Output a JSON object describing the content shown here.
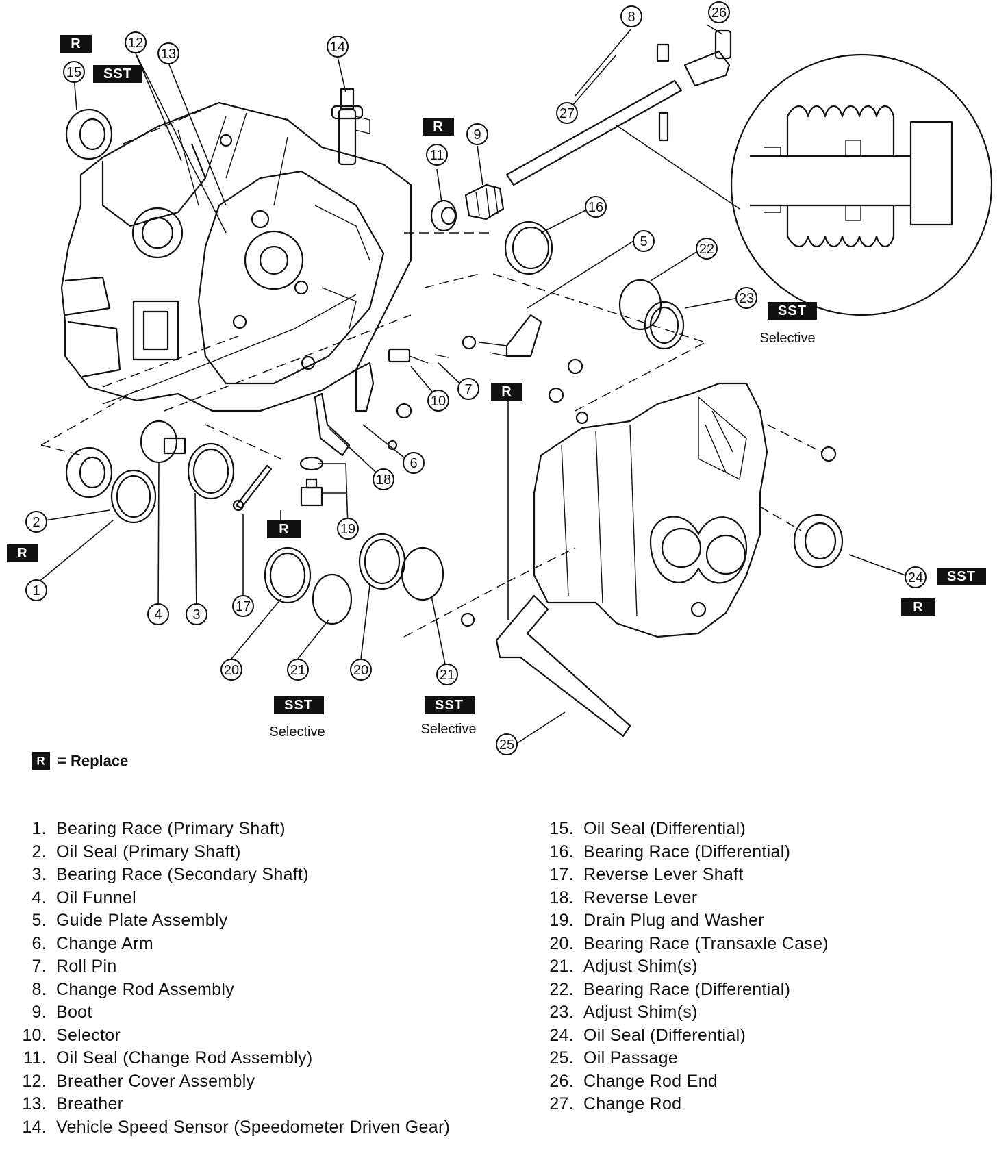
{
  "figure": {
    "callouts": [
      "1",
      "2",
      "3",
      "4",
      "5",
      "6",
      "7",
      "8",
      "9",
      "10",
      "11",
      "12",
      "13",
      "14",
      "15",
      "16",
      "17",
      "18",
      "19",
      "20",
      "20",
      "21",
      "21",
      "22",
      "23",
      "24",
      "25",
      "26",
      "27"
    ],
    "tags": {
      "replace_mark": "R",
      "special_service_tool": "SST"
    },
    "notes": {
      "selective_a": "Selective",
      "selective_b": "Selective",
      "selective_c": "Selective"
    },
    "legend": {
      "mark": "R",
      "text": "= Replace"
    }
  },
  "parts_list": {
    "left": [
      {
        "num": "1.",
        "label": "Bearing Race (Primary Shaft)"
      },
      {
        "num": "2.",
        "label": "Oil Seal (Primary Shaft)"
      },
      {
        "num": "3.",
        "label": "Bearing Race (Secondary Shaft)"
      },
      {
        "num": "4.",
        "label": "Oil Funnel"
      },
      {
        "num": "5.",
        "label": "Guide Plate Assembly"
      },
      {
        "num": "6.",
        "label": "Change Arm"
      },
      {
        "num": "7.",
        "label": "Roll Pin"
      },
      {
        "num": "8.",
        "label": "Change Rod Assembly"
      },
      {
        "num": "9.",
        "label": "Boot"
      },
      {
        "num": "10.",
        "label": "Selector"
      },
      {
        "num": "11.",
        "label": "Oil Seal (Change Rod Assembly)"
      },
      {
        "num": "12.",
        "label": "Breather Cover Assembly"
      },
      {
        "num": "13.",
        "label": "Breather"
      },
      {
        "num": "14.",
        "label": "Vehicle Speed Sensor (Speedometer Driven Gear)"
      }
    ],
    "right": [
      {
        "num": "15.",
        "label": "Oil Seal (Differential)"
      },
      {
        "num": "16.",
        "label": "Bearing Race (Differential)"
      },
      {
        "num": "17.",
        "label": "Reverse Lever Shaft"
      },
      {
        "num": "18.",
        "label": "Reverse Lever"
      },
      {
        "num": "19.",
        "label": "Drain Plug and Washer"
      },
      {
        "num": "20.",
        "label": "Bearing Race (Transaxle Case)"
      },
      {
        "num": "21.",
        "label": "Adjust Shim(s)"
      },
      {
        "num": "22.",
        "label": "Bearing Race (Differential)"
      },
      {
        "num": "23.",
        "label": "Adjust Shim(s)"
      },
      {
        "num": "24.",
        "label": "Oil Seal (Differential)"
      },
      {
        "num": "25.",
        "label": "Oil Passage"
      },
      {
        "num": "26.",
        "label": "Change Rod End"
      },
      {
        "num": "27.",
        "label": "Change Rod"
      }
    ]
  }
}
